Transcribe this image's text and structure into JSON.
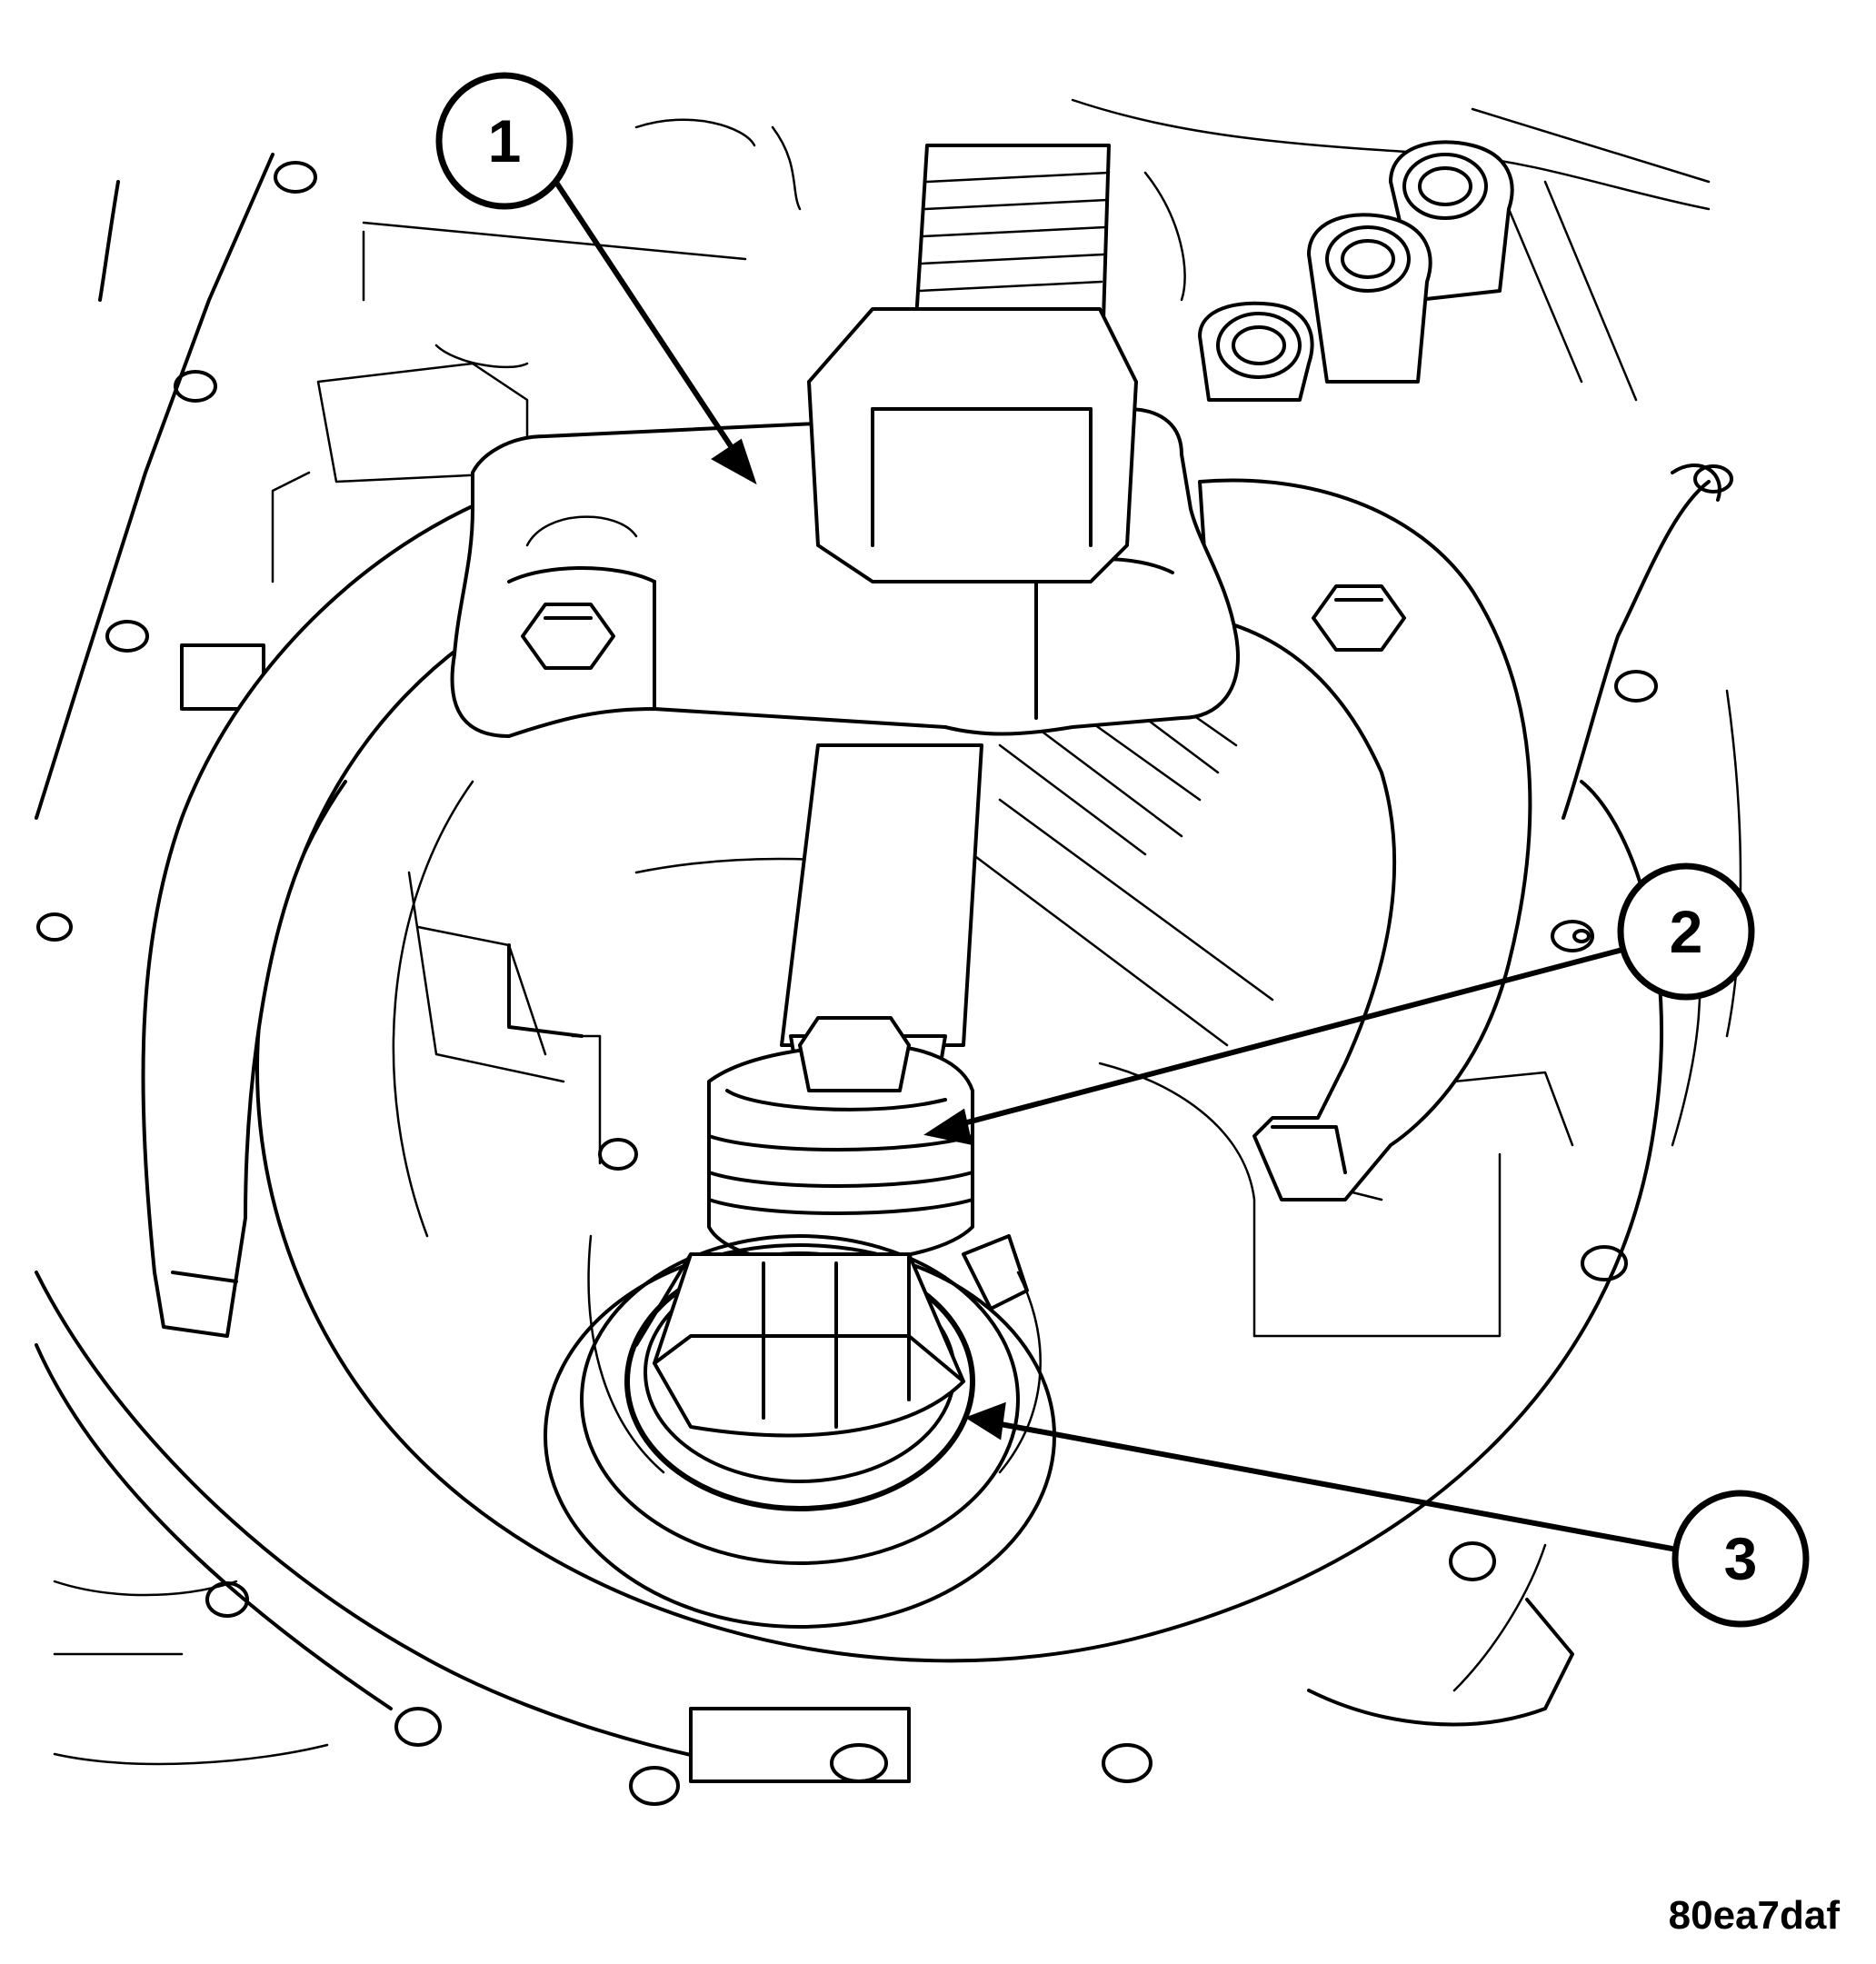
{
  "figure_id": "80ea7daf",
  "callouts": [
    {
      "label": "1"
    },
    {
      "label": "2"
    },
    {
      "label": "3"
    }
  ]
}
